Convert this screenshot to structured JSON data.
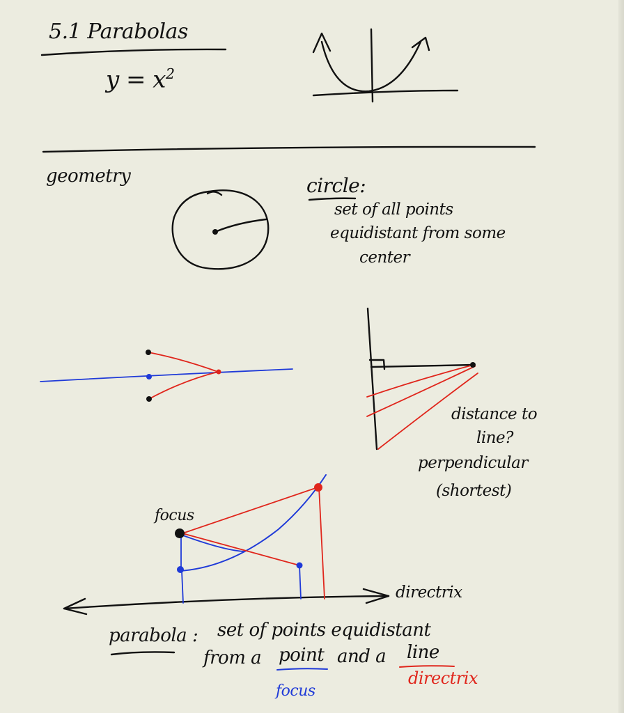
{
  "title": "5.1 Parabolas",
  "equation": {
    "base": "y = x",
    "exponent": "2"
  },
  "geometry_heading": "geometry",
  "circle_note": {
    "term": "circle:",
    "line1": "set of all points",
    "line2": "equidistant from some",
    "line3": "center"
  },
  "distance_note": {
    "line1": "distance to",
    "line2": "line?",
    "line3": "perpendicular",
    "line4": "(shortest)"
  },
  "labels": {
    "focus": "focus",
    "directrix": "directrix"
  },
  "definition": {
    "term": "parabola :",
    "rest_line1": "set of points equidistant",
    "line2_start": "from a",
    "point_word": "point",
    "line2_mid": "and a",
    "line_word": "line",
    "focus_annotation": "focus",
    "directrix_annotation": "directrix"
  },
  "colors": {
    "ink": "#111111",
    "blue": "#1f3ad8",
    "red": "#e0261c",
    "paper": "#ecece0"
  }
}
